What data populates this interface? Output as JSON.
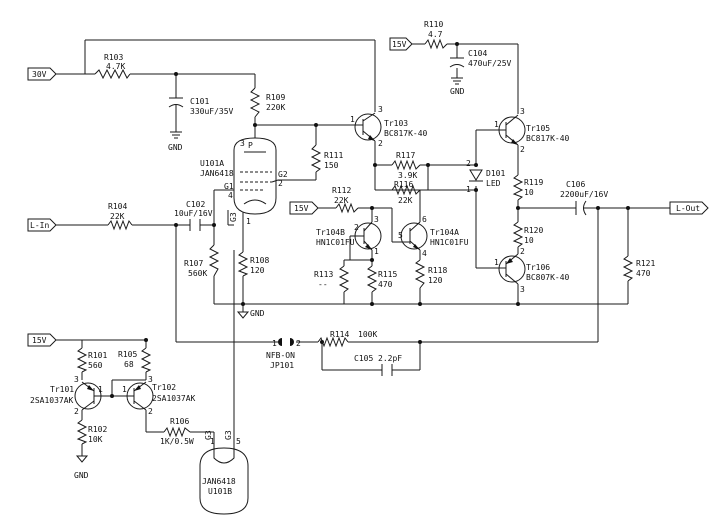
{
  "ports": {
    "p30v": "30V",
    "p15v_top": "15V",
    "p15v_mid": "15V",
    "p15v_bot": "15V",
    "lin": "L-In",
    "lout": "L-Out"
  },
  "gnd": {
    "g1": "GND",
    "g2": "GND",
    "g3": "GND",
    "g4": "GND"
  },
  "components": {
    "R103": [
      "R103",
      "4.7K"
    ],
    "R109": [
      "R109",
      "220K"
    ],
    "R111": [
      "R111",
      "150"
    ],
    "R104": [
      "R104",
      "22K"
    ],
    "R107": [
      "R107",
      "560K"
    ],
    "R108": [
      "R108",
      "120"
    ],
    "R110": [
      "R110",
      "4.7"
    ],
    "R117": [
      "R117",
      "3.9K"
    ],
    "R116": [
      "R116",
      "22K"
    ],
    "R112": [
      "R112",
      "22K"
    ],
    "R113": [
      "R113",
      "--"
    ],
    "R115": [
      "R115",
      "470"
    ],
    "R118": [
      "R118",
      "120"
    ],
    "R119": [
      "R119",
      "10"
    ],
    "R120": [
      "R120",
      "10"
    ],
    "R121": [
      "R121",
      "470"
    ],
    "R114": [
      "R114",
      "100K"
    ],
    "R101": [
      "R101",
      "560"
    ],
    "R105": [
      "R105",
      "68"
    ],
    "R102": [
      "R102",
      "10K"
    ],
    "R106": [
      "R106",
      "1K/0.5W"
    ],
    "C101": [
      "C101",
      "330uF/35V"
    ],
    "C102": [
      "C102",
      "10uF/16V"
    ],
    "C104": [
      "C104",
      "470uF/25V"
    ],
    "C105": [
      "C105",
      "2.2pF"
    ],
    "C106": [
      "C106",
      "2200uF/16V"
    ],
    "Tr103": [
      "Tr103",
      "BC817K-40"
    ],
    "Tr105": [
      "Tr105",
      "BC817K-40"
    ],
    "Tr106": [
      "Tr106",
      "BC807K-40"
    ],
    "Tr104B": [
      "Tr104B",
      "HN1C01FU"
    ],
    "Tr104A": [
      "Tr104A",
      "HN1C01FU"
    ],
    "Tr101": [
      "Tr101",
      "2SA1037AK"
    ],
    "Tr102": [
      "Tr102",
      "2SA1037AK"
    ],
    "D101": [
      "D101",
      "LED"
    ],
    "U101A": [
      "U101A",
      "JAN6418"
    ],
    "U101B": [
      "JAN6418",
      "U101B"
    ],
    "JP101": [
      "NFB-ON",
      "JP101"
    ]
  },
  "pins": {
    "tube": {
      "p": "P",
      "g2": "G2",
      "g1": "G1",
      "g3": "G3",
      "pin2": "2",
      "pin4": "4",
      "pin3": "3",
      "pin1": "1"
    },
    "heater": {
      "p1": "1",
      "p5": "5",
      "g3a": "G3",
      "g3b": "G3"
    },
    "jp": {
      "p1": "1",
      "p2": "2"
    },
    "tr104b": {
      "p1": "1",
      "p2": "2",
      "p3": "3"
    },
    "tr104a": {
      "p4": "4",
      "p5": "5",
      "p6": "6"
    },
    "tr103": {
      "p1": "1",
      "p2": "2",
      "p3": "3"
    },
    "tr105": {
      "p1": "1",
      "p2": "2",
      "p3": "3"
    },
    "tr106": {
      "p1": "1",
      "p2": "2",
      "p3": "3"
    },
    "tr101": {
      "p1": "1",
      "p2": "2",
      "p3": "3"
    },
    "tr102": {
      "p1": "1",
      "p2": "2",
      "p3": "3"
    },
    "d101": {
      "p1": "1",
      "p2": "2"
    }
  },
  "colors": {
    "ink": "#1a1a1a",
    "background": "#ffffff"
  }
}
